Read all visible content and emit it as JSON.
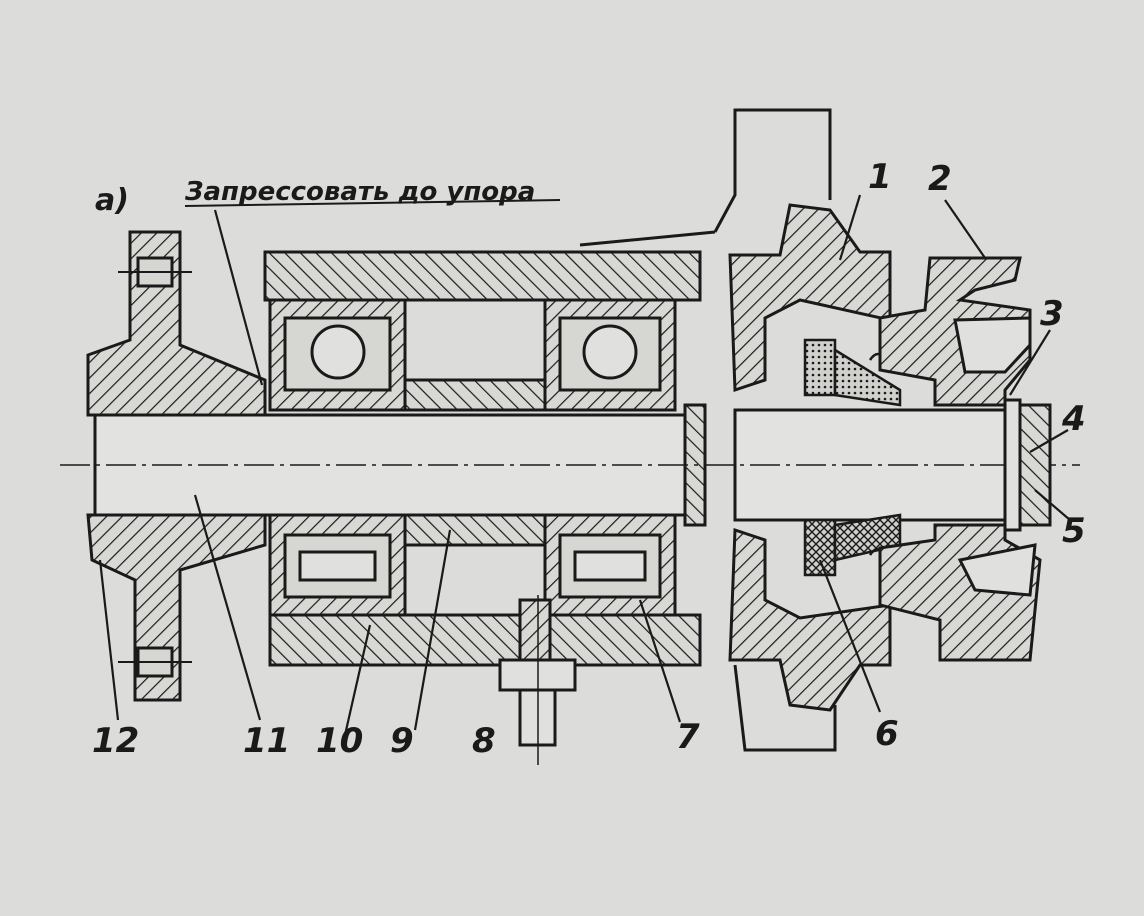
{
  "figure": {
    "panel_label": "а)",
    "instruction": "Запрессовать до упора",
    "callouts": [
      {
        "id": "c1",
        "text": "1"
      },
      {
        "id": "c2",
        "text": "2"
      },
      {
        "id": "c3",
        "text": "3"
      },
      {
        "id": "c4",
        "text": "4"
      },
      {
        "id": "c5",
        "text": "5"
      },
      {
        "id": "c6",
        "text": "6"
      },
      {
        "id": "c7",
        "text": "7"
      },
      {
        "id": "c8",
        "text": "8"
      },
      {
        "id": "c9",
        "text": "9"
      },
      {
        "id": "c10",
        "text": "10"
      },
      {
        "id": "c11",
        "text": "11"
      },
      {
        "id": "c12",
        "text": "12"
      }
    ]
  },
  "colors": {
    "paper": "#dcdcda",
    "ink": "#1a1a1a",
    "void": "#d6d6d3"
  }
}
